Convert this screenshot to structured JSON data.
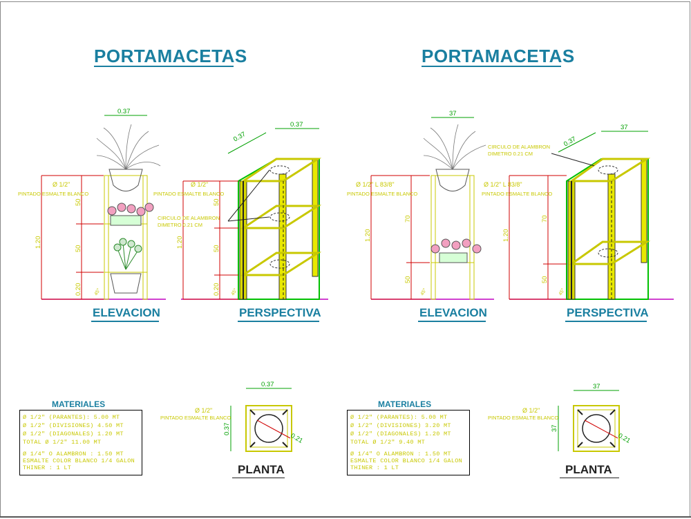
{
  "left": {
    "title": "PORTAMACETAS",
    "elevacion_label": "ELEVACION",
    "perspectiva_label": "PERSPECTIVA",
    "planta_label": "PLANTA",
    "elev_top_dim": "0.37",
    "persp_dim_a": "0.37",
    "persp_dim_b": "0.37",
    "note_tube": "Ø 1/2\"",
    "note_paint": "PINTADO ESMALTE BLANCO",
    "note_circle_1": "CIRCULO DE ALAMBRON",
    "note_circle_2": "DIMETRO 0.21 CM",
    "dim_total": "1.20",
    "dim_50a": "50",
    "dim_50b": "50",
    "dim_020": "0.20",
    "dim_045": "45°",
    "planta_dim_top": "0.37",
    "planta_dim_side": "0.37",
    "planta_dim_diam": "0.21",
    "planta_note_tube": "Ø 1/2\"",
    "planta_note_paint": "PINTADO ESMALTE BLANCO",
    "materiales_title": "MATERIALES",
    "materiales": [
      "Ø 1/2\" (PARANTES):    5.00 MT",
      "Ø 1/2\" (DIVISIONES)   4.50 MT",
      "Ø 1/2\" (DIAGONALES)   1.20 MT",
      "   TOTAL  Ø 1/2\"     11.00 MT",
      "Ø 1/4\" O ALAMBRON : 1.50 MT",
      "ESMALTE COLOR BLANCO 1/4 GALON",
      "THINER : 1 LT"
    ]
  },
  "right": {
    "title": "PORTAMACETAS",
    "elevacion_label": "ELEVACION",
    "perspectiva_label": "PERSPECTIVA",
    "planta_label": "PLANTA",
    "elev_top_dim": "37",
    "persp_dim_a": "0.37",
    "persp_dim_b": "37",
    "note_tube": "Ø 1/2\"  L 83/8\"",
    "note_paint": "PINTADO ESMALTE BLANCO",
    "note_circle_1": "CIRCULO DE ALAMBRON",
    "note_circle_2": "DIMETRO 0.21 CM",
    "dim_total": "1.20",
    "dim_70": "70",
    "dim_50": "50",
    "dim_045": "45°",
    "planta_dim_top": "37",
    "planta_dim_side": "37",
    "planta_dim_diam": "0.21",
    "planta_note_tube": "Ø 1/2\"",
    "planta_note_paint": "PINTADO ESMALTE BLANCO",
    "materiales_title": "MATERIALES",
    "materiales": [
      "Ø 1/2\" (PARANTES):    5.00 MT",
      "Ø 1/2\" (DIVISIONES)   3.20 MT",
      "Ø 1/2\" (DIAGONALES)   1.20 MT",
      "   TOTAL  Ø 1/2\"      9.40 MT",
      "Ø 1/4\" O ALAMBRON : 1.50 MT",
      "ESMALTE COLOR BLANCO 1/4 GALON",
      "THINER : 1 LT"
    ]
  },
  "colors": {
    "title": "#1a7fa0",
    "frame": "#c8c800",
    "dims_red": "#d00000",
    "dims_green": "#00a000",
    "ground": "#c000c0"
  }
}
